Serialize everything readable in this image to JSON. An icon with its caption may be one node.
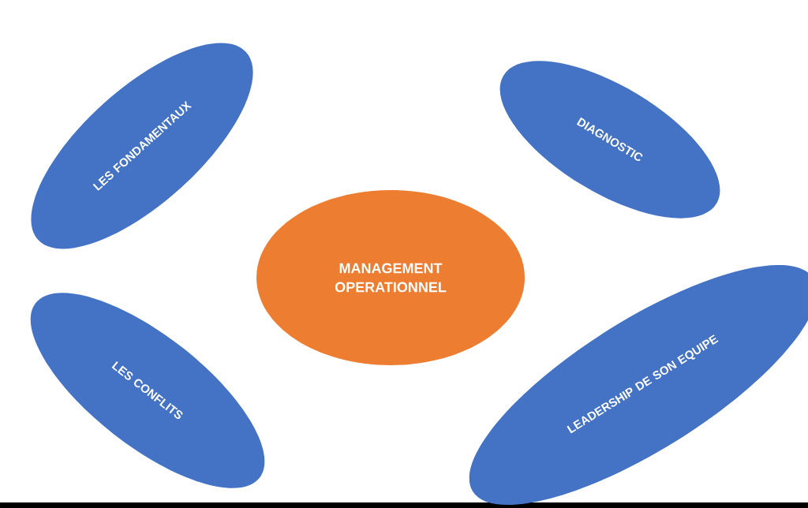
{
  "diagram": {
    "nodes": [
      {
        "text": [
          "LES FONDAMENTAUX"
        ]
      },
      {
        "text": [
          "DIAGNOSTIC"
        ]
      },
      {
        "text": [
          "MANAGEMENT OPERATIONNEL"
        ]
      },
      {
        "text": [
          "LES CONFLITS"
        ]
      },
      {
        "text": [
          "LEADERSHIP DE SON EQUIPE"
        ]
      }
    ]
  }
}
